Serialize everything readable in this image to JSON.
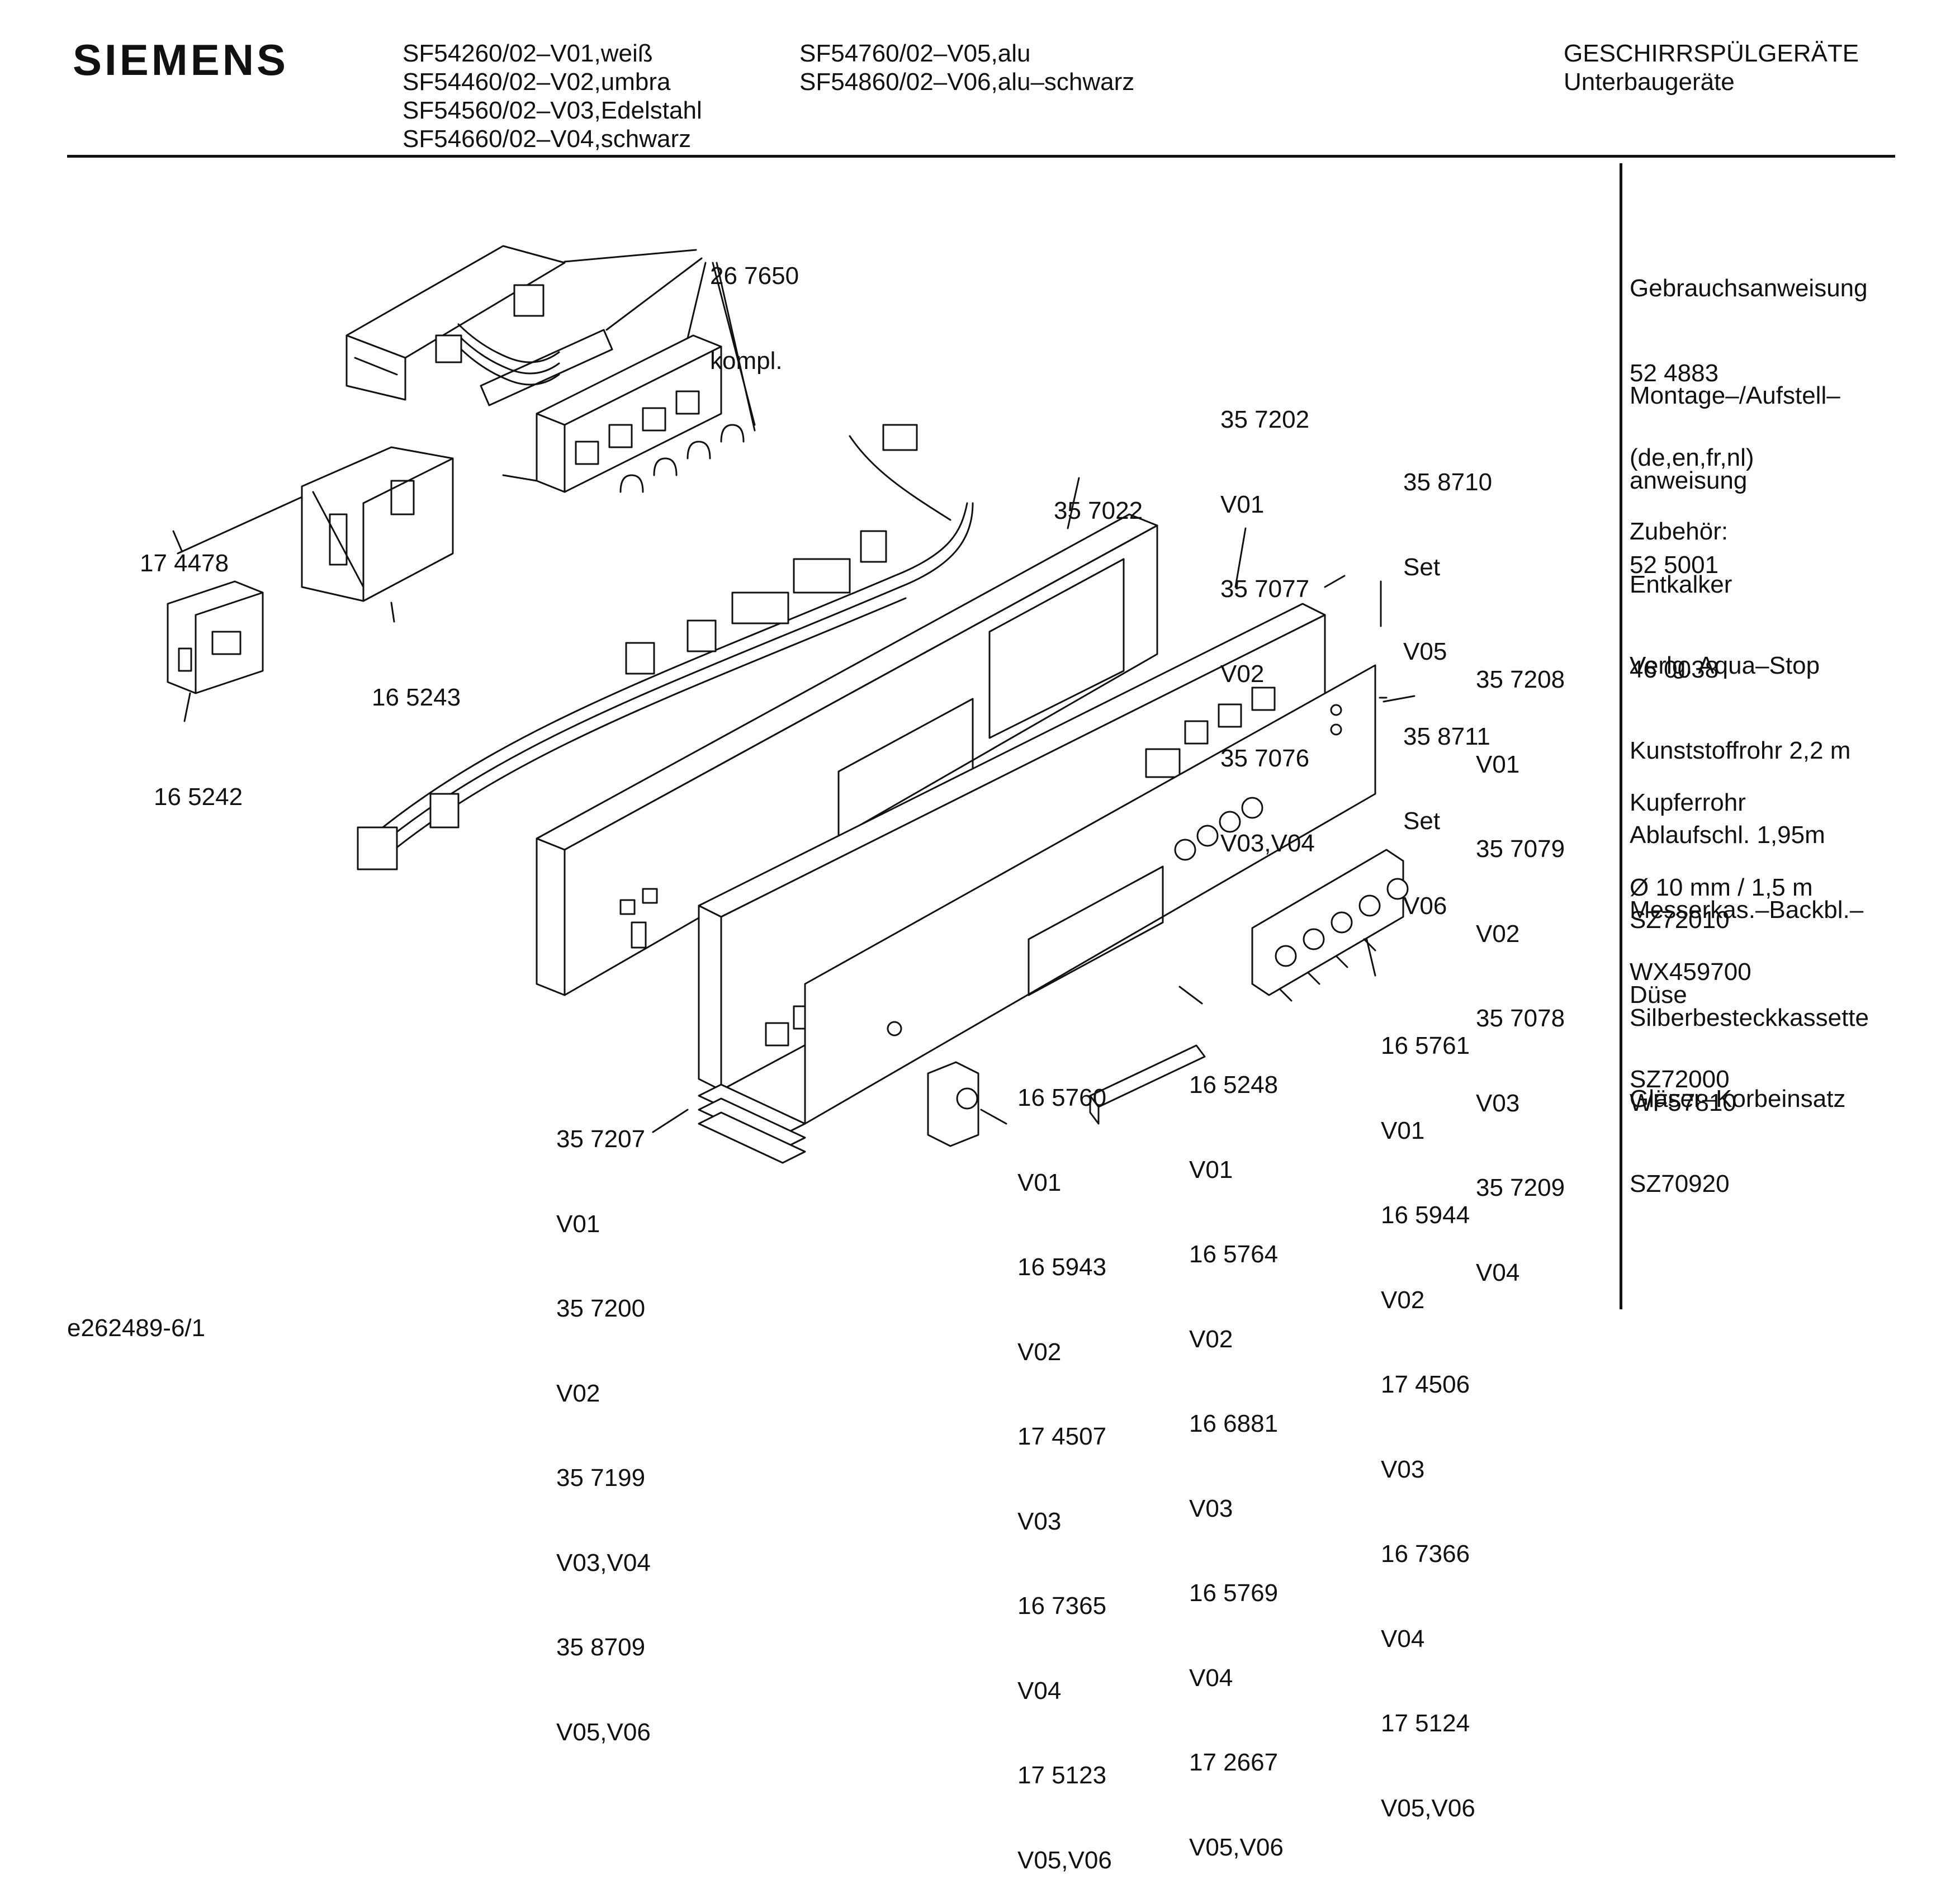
{
  "brand": "SIEMENS",
  "models_col1": [
    "SF54260/02–V01,weiß",
    "SF54460/02–V02,umbra",
    "SF54560/02–V03,Edelstahl",
    "SF54660/02–V04,schwarz"
  ],
  "models_col2": [
    "SF54760/02–V05,alu",
    "SF54860/02–V06,alu–schwarz"
  ],
  "category": [
    "GESCHIRRSPÜLGERÄTE",
    "Unterbaugeräte"
  ],
  "sidebar": [
    [
      "Gebrauchsanweisung",
      "52 4883",
      "(de,en,fr,nl)"
    ],
    [
      "Montage–/Aufstell–",
      "anweisung",
      "52 5001"
    ],
    [
      "Zubehör:"
    ],
    [
      "Entkalker",
      "46 0038"
    ],
    [
      "Verlg. Aqua–Stop",
      "Kunststoffrohr 2,2 m",
      "Ablaufschl. 1,95m",
      "SZ72010"
    ],
    [
      "Kupferrohr",
      "Ø 10 mm / 1,5 m",
      "WX459700"
    ],
    [
      "Messerkas.–Backbl.–",
      "Düse",
      "SZ72000"
    ],
    [
      "Silberbesteckkassette",
      "WF57810"
    ],
    [
      "Gläser–Korbeinsatz",
      "SZ70920"
    ]
  ],
  "parts": {
    "p267650": [
      "26 7650",
      "kompl."
    ],
    "p174478": [
      "17 4478"
    ],
    "p165243": [
      "16 5243"
    ],
    "p165242": [
      "16 5242"
    ],
    "p357022": [
      "35 7022"
    ],
    "p357202": [
      "35 7202",
      "V01",
      "35 7077",
      "V02",
      "35 7076",
      "V03,V04"
    ],
    "p358710": [
      "35 8710",
      "Set",
      "V05",
      "35 8711",
      "Set",
      "V06"
    ],
    "p357208": [
      "35 7208",
      "V01",
      "35 7079",
      "V02",
      "35 7078",
      "V03",
      "35 7209",
      "V04"
    ],
    "p165761": [
      "16 5761",
      "V01",
      "16 5944",
      "V02",
      "17 4506",
      "V03",
      "16 7366",
      "V04",
      "17 5124",
      "V05,V06"
    ],
    "p165248": [
      "16 5248",
      "V01",
      "16 5764",
      "V02",
      "16 6881",
      "V03",
      "16 5769",
      "V04",
      "17 2667",
      "V05,V06"
    ],
    "p165760": [
      "16 5760",
      "V01",
      "16 5943",
      "V02",
      "17 4507",
      "V03",
      "16 7365",
      "V04",
      "17 5123",
      "V05,V06"
    ],
    "p357207": [
      "35 7207",
      "V01",
      "35 7200",
      "V02",
      "35 7199",
      "V03,V04",
      "35 8709",
      "V05,V06"
    ]
  },
  "drawing_id": "e262489-6/1"
}
